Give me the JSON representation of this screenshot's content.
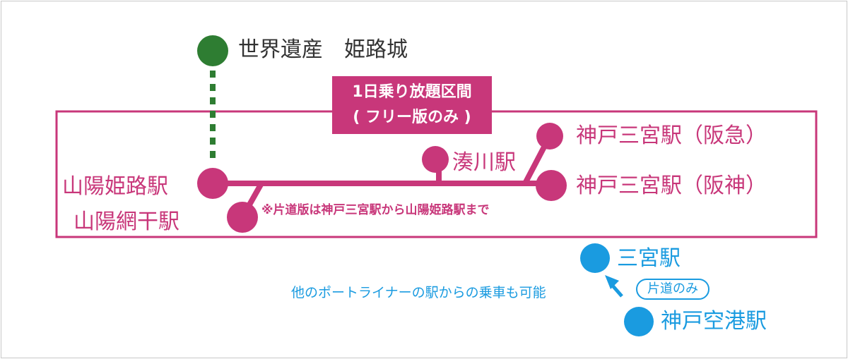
{
  "colors": {
    "green": "#2e7d32",
    "pink": "#c8377a",
    "blue": "#1a9be0",
    "frame": "#c8c8c8"
  },
  "stations": {
    "himeji_castle": "世界遺産　姫路城",
    "sanyo_himeji": "山陽姫路駅",
    "sanyo_aboshi": "山陽網干駅",
    "minatogawa": "湊川駅",
    "kobe_sannomiya_hankyu": "神戸三宮駅（阪急）",
    "kobe_sannomiya_hanshin": "神戸三宮駅（阪神）",
    "sannomiya": "三宮駅",
    "kobe_airport": "神戸空港駅"
  },
  "free_zone": {
    "line1": "1日乗り放題区間",
    "line2": "( フリー版のみ )"
  },
  "notes": {
    "oneway_version": "※片道版は神戸三宮駅から山陽姫路駅まで",
    "portliner": "他のポートライナーの駅からの乗車も可能",
    "oneway_badge": "片道のみ"
  }
}
